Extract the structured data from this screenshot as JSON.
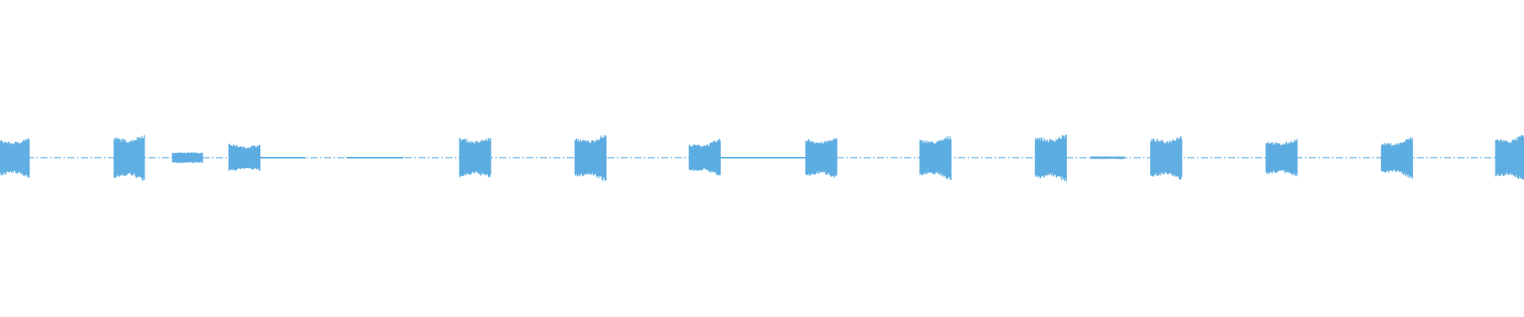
{
  "chart_data": {
    "type": "area",
    "title": "",
    "xlabel": "",
    "ylabel": "",
    "grid": false,
    "legend": "none",
    "color": "#5dade2",
    "background": "#ffffff",
    "xlim": [
      0,
      13.21
    ],
    "ylim": [
      -1,
      1
    ],
    "bursts": [
      {
        "start": -0.02,
        "end": 0.25,
        "amp_start": 0.75,
        "amp_end": 0.85
      },
      {
        "start": 0.985,
        "end": 1.25,
        "amp_start": 0.85,
        "amp_end": 1.0
      },
      {
        "start": 1.98,
        "end": 2.25,
        "amp_start": 0.6,
        "amp_end": 0.55
      },
      {
        "start": 3.98,
        "end": 4.25,
        "amp_start": 0.85,
        "amp_end": 0.85
      },
      {
        "start": 4.98,
        "end": 5.25,
        "amp_start": 0.8,
        "amp_end": 1.0
      },
      {
        "start": 5.97,
        "end": 6.24,
        "amp_start": 0.55,
        "amp_end": 0.8
      },
      {
        "start": 6.98,
        "end": 7.25,
        "amp_start": 0.8,
        "amp_end": 0.85
      },
      {
        "start": 7.97,
        "end": 8.24,
        "amp_start": 0.75,
        "amp_end": 0.95
      },
      {
        "start": 8.97,
        "end": 9.24,
        "amp_start": 0.9,
        "amp_end": 1.0
      },
      {
        "start": 9.97,
        "end": 10.24,
        "amp_start": 0.8,
        "amp_end": 0.95
      },
      {
        "start": 10.97,
        "end": 11.24,
        "amp_start": 0.7,
        "amp_end": 0.8
      },
      {
        "start": 11.97,
        "end": 12.24,
        "amp_start": 0.6,
        "amp_end": 0.9
      },
      {
        "start": 12.96,
        "end": 13.21,
        "amp_start": 0.8,
        "amp_end": 1.0
      }
    ],
    "low_segments": [
      {
        "start": 1.49,
        "end": 1.76,
        "amp": 0.2
      },
      {
        "start": 2.24,
        "end": 2.65,
        "amp": 0.02
      },
      {
        "start": 3.0,
        "end": 3.5,
        "amp": 0.02
      },
      {
        "start": 6.24,
        "end": 6.98,
        "amp": 0.03
      },
      {
        "start": 9.45,
        "end": 9.75,
        "amp": 0.05
      }
    ]
  }
}
